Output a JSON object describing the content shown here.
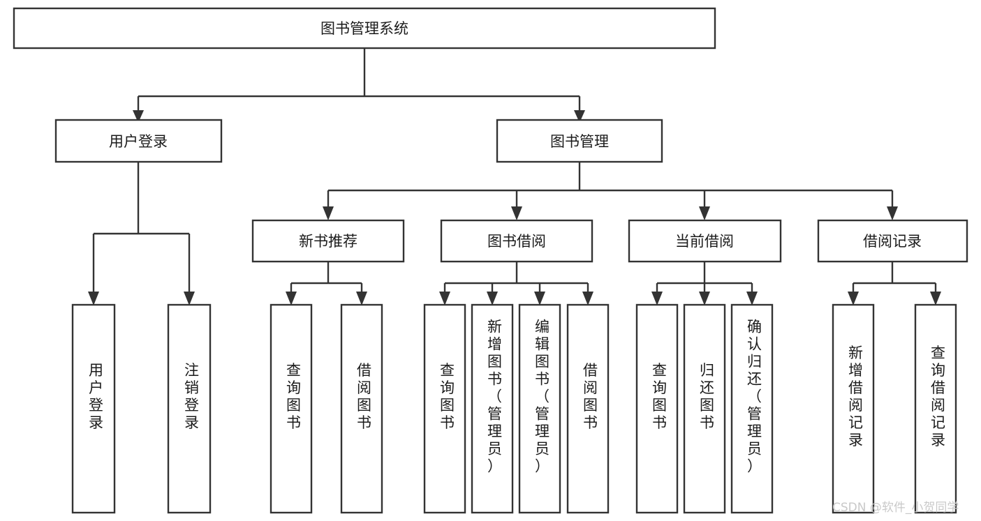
{
  "diagram": {
    "type": "tree-hierarchy",
    "title": "图书管理系统",
    "background_color": "#ffffff",
    "box_stroke_color": "#333333",
    "box_fill_color": "#ffffff",
    "text_color": "#1b1b1b",
    "watermark": "CSDN @软件_小贺同学",
    "watermark_color": "#c9c9c9",
    "levels": {
      "level1": [
        "图书管理系统"
      ],
      "level2": [
        "用户登录",
        "图书管理"
      ],
      "level3": [
        "新书推荐",
        "图书借阅",
        "当前借阅",
        "借阅记录"
      ],
      "level4": [
        "用户登录",
        "注销登录",
        "查询图书",
        "借阅图书",
        "查询图书",
        "新增图书（管理员）",
        "编辑图书（管理员）",
        "借阅图书",
        "查询图书",
        "归还图书",
        "确认归还（管理员）",
        "新增借阅记录",
        "查询借阅记录"
      ]
    },
    "nodes": {
      "root": {
        "label": "图书管理系统"
      },
      "user_login": {
        "label": "用户登录"
      },
      "book_mgmt": {
        "label": "图书管理"
      },
      "new_book_rec": {
        "label": "新书推荐"
      },
      "book_borrow": {
        "label": "图书借阅"
      },
      "current_borrow": {
        "label": "当前借阅"
      },
      "borrow_record": {
        "label": "借阅记录"
      },
      "leaf_user_login": {
        "label": "用户登录"
      },
      "leaf_logout": {
        "label": "注销登录"
      },
      "leaf_query_book_1": {
        "label": "查询图书"
      },
      "leaf_borrow_book_1": {
        "label": "借阅图书"
      },
      "leaf_query_book_2": {
        "label": "查询图书"
      },
      "leaf_add_book": {
        "label": "新增图书（管理员）"
      },
      "leaf_edit_book": {
        "label": "编辑图书（管理员）"
      },
      "leaf_borrow_book_2": {
        "label": "借阅图书"
      },
      "leaf_query_book_3": {
        "label": "查询图书"
      },
      "leaf_return_book": {
        "label": "归还图书"
      },
      "leaf_confirm_return": {
        "label": "确认归还（管理员）"
      },
      "leaf_add_record": {
        "label": "新增借阅记录"
      },
      "leaf_query_record": {
        "label": "查询借阅记录"
      }
    },
    "edges": [
      {
        "from": "图书管理系统",
        "to": "用户登录"
      },
      {
        "from": "图书管理系统",
        "to": "图书管理"
      },
      {
        "from": "用户登录",
        "to": "用户登录"
      },
      {
        "from": "用户登录",
        "to": "注销登录"
      },
      {
        "from": "图书管理",
        "to": "新书推荐"
      },
      {
        "from": "图书管理",
        "to": "图书借阅"
      },
      {
        "from": "图书管理",
        "to": "当前借阅"
      },
      {
        "from": "图书管理",
        "to": "借阅记录"
      },
      {
        "from": "新书推荐",
        "to": "查询图书"
      },
      {
        "from": "新书推荐",
        "to": "借阅图书"
      },
      {
        "from": "图书借阅",
        "to": "查询图书"
      },
      {
        "from": "图书借阅",
        "to": "新增图书（管理员）"
      },
      {
        "from": "图书借阅",
        "to": "编辑图书（管理员）"
      },
      {
        "from": "图书借阅",
        "to": "借阅图书"
      },
      {
        "from": "当前借阅",
        "to": "查询图书"
      },
      {
        "from": "当前借阅",
        "to": "归还图书"
      },
      {
        "from": "当前借阅",
        "to": "确认归还（管理员）"
      },
      {
        "from": "借阅记录",
        "to": "新增借阅记录"
      },
      {
        "from": "借阅记录",
        "to": "查询借阅记录"
      }
    ]
  }
}
